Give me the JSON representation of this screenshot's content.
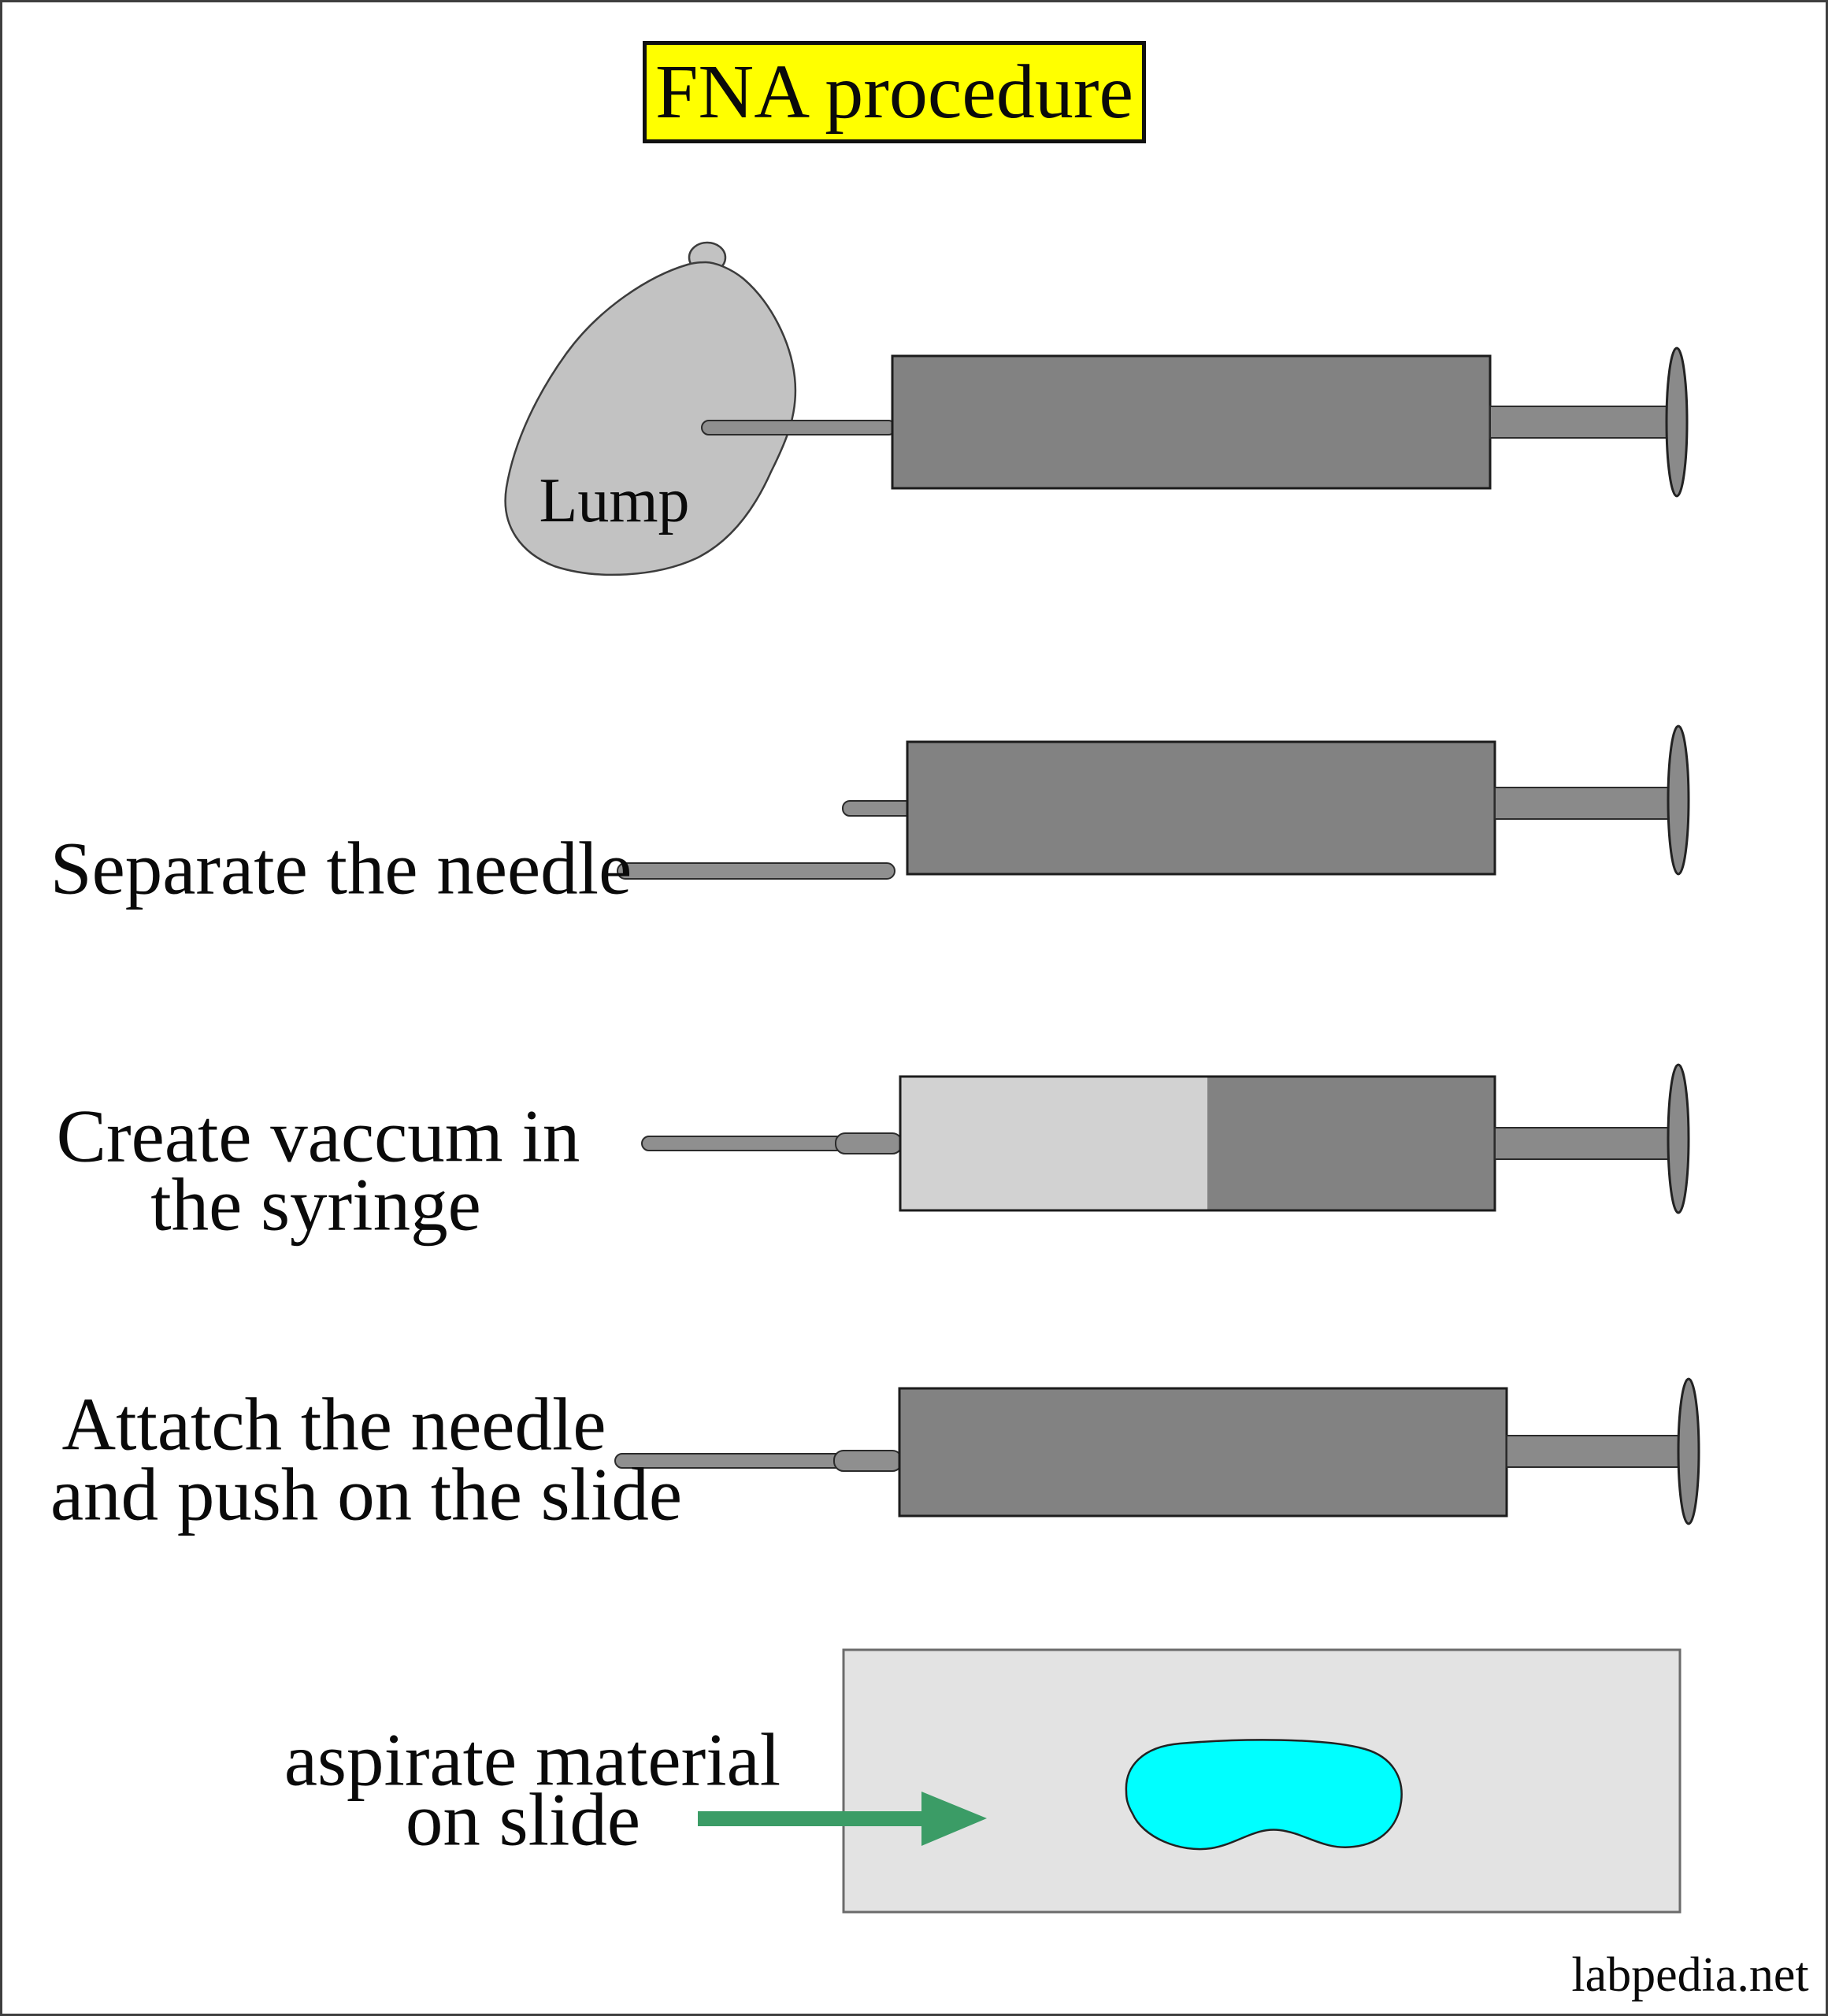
{
  "page": {
    "title": "FNA procedure",
    "watermark": "labpedia.net"
  },
  "colors": {
    "title_bg": "#ffff00",
    "lump": "#c2c2c2",
    "barrel": "#828282",
    "vacuum": "#d2d2d2",
    "needle": "#8f8f8f",
    "plunger": "#8a8a8a",
    "slide": "#e3e3e3",
    "aspirate": "#00ffff",
    "arrow": "#3b9c66"
  },
  "steps": [
    {
      "id": "puncture-lump",
      "label": "Lump"
    },
    {
      "id": "separate-needle",
      "lines": [
        "Separate the needle"
      ]
    },
    {
      "id": "create-vacuum",
      "lines": [
        "Create vaccum in",
        "the syringe"
      ]
    },
    {
      "id": "attach-push",
      "lines": [
        "Attatch the needle",
        "and push on the slide"
      ]
    },
    {
      "id": "aspirate-slide",
      "lines": [
        "aspirate material",
        "on slide"
      ]
    }
  ]
}
